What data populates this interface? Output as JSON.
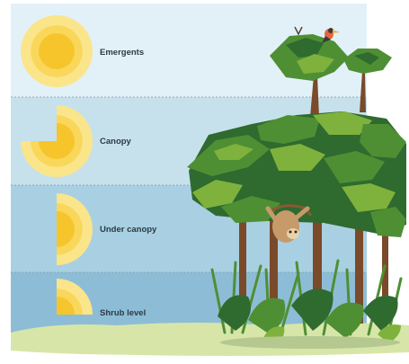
{
  "layers": [
    {
      "label": "Emergents",
      "sun_fraction": 1.0,
      "band_color": "#e2f1f8"
    },
    {
      "label": "Canopy",
      "sun_fraction": 0.75,
      "band_color": "#c6e1ec"
    },
    {
      "label": "Under canopy",
      "sun_fraction": 0.5,
      "band_color": "#a9d0e2"
    },
    {
      "label": "Shrub level",
      "sun_fraction": 0.25,
      "band_color": "#8dbdd6"
    }
  ],
  "colors": {
    "sun_outer": "#fbe58a",
    "sun_inner": "#f6c52c",
    "ground": "#d7e6a8",
    "divider": "#7f98a6",
    "leaf_dark": "#2f6a2f",
    "leaf_mid": "#4f8f34",
    "leaf_light": "#7fb23c",
    "trunk": "#7a4a2a",
    "sloth": "#c79a6a"
  },
  "icons": [
    "sun-icon",
    "sloth-icon",
    "bird-icon",
    "tree-icon",
    "fern-icon"
  ]
}
